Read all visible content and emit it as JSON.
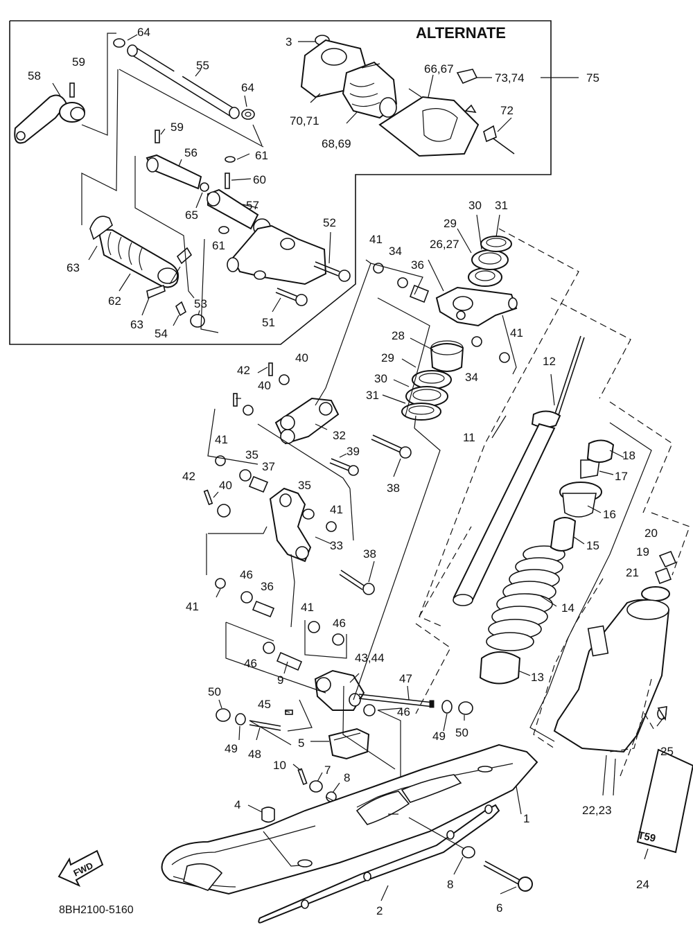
{
  "header": {
    "alternate": "ALTERNATE"
  },
  "code": "8BH2100-5160",
  "fwd": "FWD",
  "decal_text": "T59",
  "labels": [
    "64",
    "59",
    "58",
    "55",
    "64",
    "3",
    "66,67",
    "73,74",
    "75",
    "70,71",
    "68,69",
    "72",
    "59",
    "56",
    "61",
    "60",
    "65",
    "57",
    "52",
    "61",
    "63",
    "62",
    "63",
    "54",
    "53",
    "51",
    "41",
    "34",
    "36",
    "26,27",
    "29",
    "30",
    "31",
    "41",
    "28",
    "34",
    "29",
    "30",
    "31",
    "42",
    "40",
    "40",
    "32",
    "39",
    "38",
    "41",
    "35",
    "37",
    "42",
    "40",
    "35",
    "41",
    "33",
    "38",
    "11",
    "12",
    "18",
    "17",
    "16",
    "15",
    "14",
    "13",
    "20",
    "19",
    "21",
    "41",
    "46",
    "36",
    "46",
    "41",
    "46",
    "9",
    "43,44",
    "47",
    "45",
    "46",
    "50",
    "49",
    "48",
    "49",
    "50",
    "5",
    "10",
    "7",
    "8",
    "4",
    "1",
    "22,23",
    "25",
    "24",
    "8",
    "6",
    "2"
  ]
}
